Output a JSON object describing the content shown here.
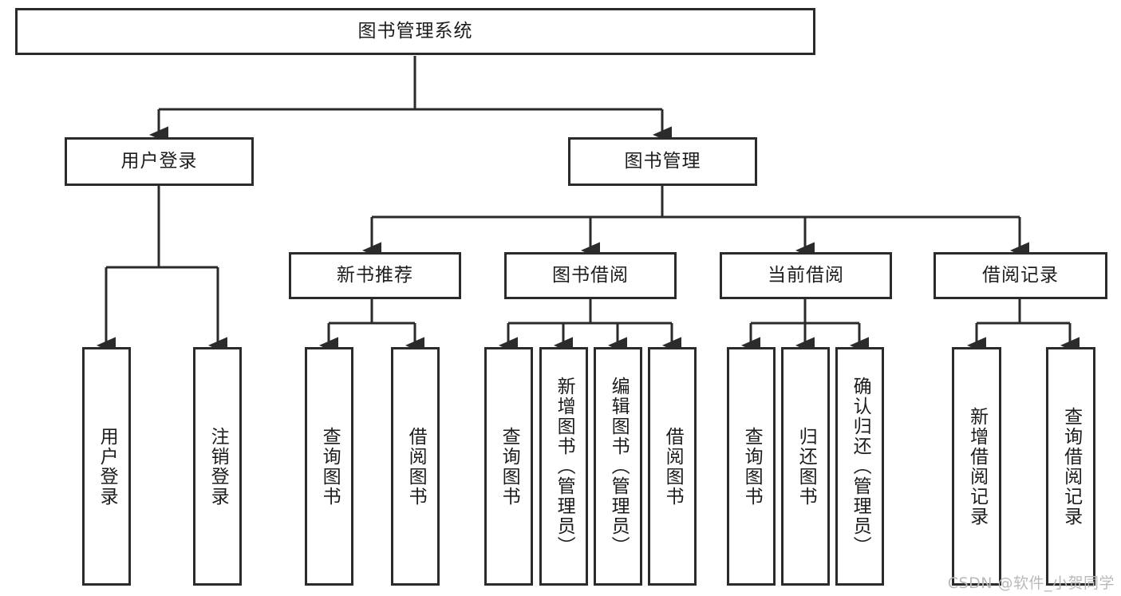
{
  "diagram": {
    "title": "图书管理系统",
    "type": "hierarchy-tree",
    "root": {
      "label": "图书管理系统"
    },
    "level1": [
      {
        "label": "用户登录"
      },
      {
        "label": "图书管理"
      }
    ],
    "level2": [
      {
        "label": "新书推荐",
        "parent": "图书管理"
      },
      {
        "label": "图书借阅",
        "parent": "图书管理"
      },
      {
        "label": "当前借阅",
        "parent": "图书管理"
      },
      {
        "label": "借阅记录",
        "parent": "图书管理"
      }
    ],
    "leaves": {
      "user_login": [
        {
          "label": "用户登录"
        },
        {
          "label": "注销登录"
        }
      ],
      "new_book": [
        {
          "label": "查询图书"
        },
        {
          "label": "借阅图书"
        }
      ],
      "borrow": [
        {
          "label": "查询图书"
        },
        {
          "label": "新增图书（管理员）"
        },
        {
          "label": "编辑图书（管理员）"
        },
        {
          "label": "借阅图书"
        }
      ],
      "current": [
        {
          "label": "查询图书"
        },
        {
          "label": "归还图书"
        },
        {
          "label": "确认归还（管理员）"
        }
      ],
      "records": [
        {
          "label": "新增借阅记录"
        },
        {
          "label": "查询借阅记录"
        }
      ]
    }
  },
  "watermark": {
    "text": "CSDN @软件_小贺同学"
  },
  "colors": {
    "stroke": "#2b2b2b",
    "background": "#ffffff",
    "text": "#1c1c1c",
    "watermark": "#b9b9b9"
  }
}
